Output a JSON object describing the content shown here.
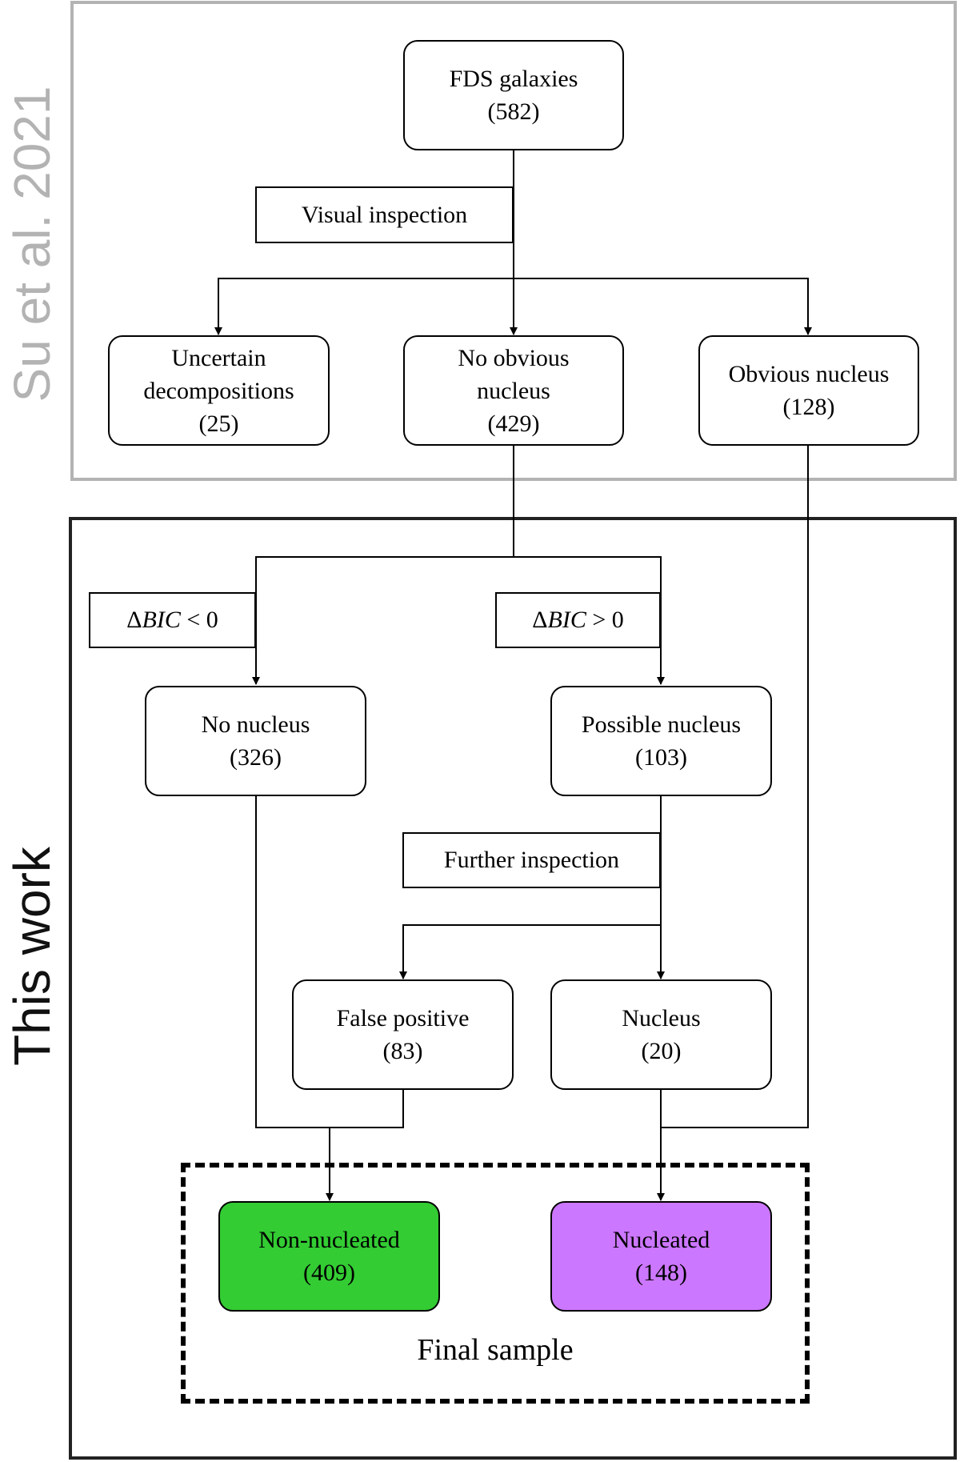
{
  "regions": {
    "su": "Su et al. 2021",
    "this_work": "This work",
    "final_sample": "Final sample"
  },
  "nodes": {
    "fds": {
      "label": "FDS galaxies",
      "count": "(582)"
    },
    "uncertain": {
      "line1": "Uncertain",
      "line2": "decompositions",
      "count": "(25)"
    },
    "no_obvious": {
      "line1": "No obvious",
      "line2": "nucleus",
      "count": "(429)"
    },
    "obvious": {
      "label": "Obvious nucleus",
      "count": "(128)"
    },
    "no_nucleus": {
      "label": "No nucleus",
      "count": "(326)"
    },
    "possible": {
      "label": "Possible nucleus",
      "count": "(103)"
    },
    "false_positive": {
      "label": "False positive",
      "count": "(83)"
    },
    "nucleus": {
      "label": "Nucleus",
      "count": "(20)"
    },
    "non_nucleated": {
      "label": "Non-nucleated",
      "count": "(409)"
    },
    "nucleated": {
      "label": "Nucleated",
      "count": "(148)"
    }
  },
  "steps": {
    "visual": "Visual inspection",
    "bic_neg": {
      "delta": "Δ",
      "var": "BIC",
      "rel": " < 0"
    },
    "bic_pos": {
      "delta": "Δ",
      "var": "BIC",
      "rel": " > 0"
    },
    "further": "Further inspection"
  },
  "colors": {
    "su_region": "#b3b3b3",
    "non_nucleated_fill": "#33cc33",
    "nucleated_fill": "#cc77ff"
  }
}
